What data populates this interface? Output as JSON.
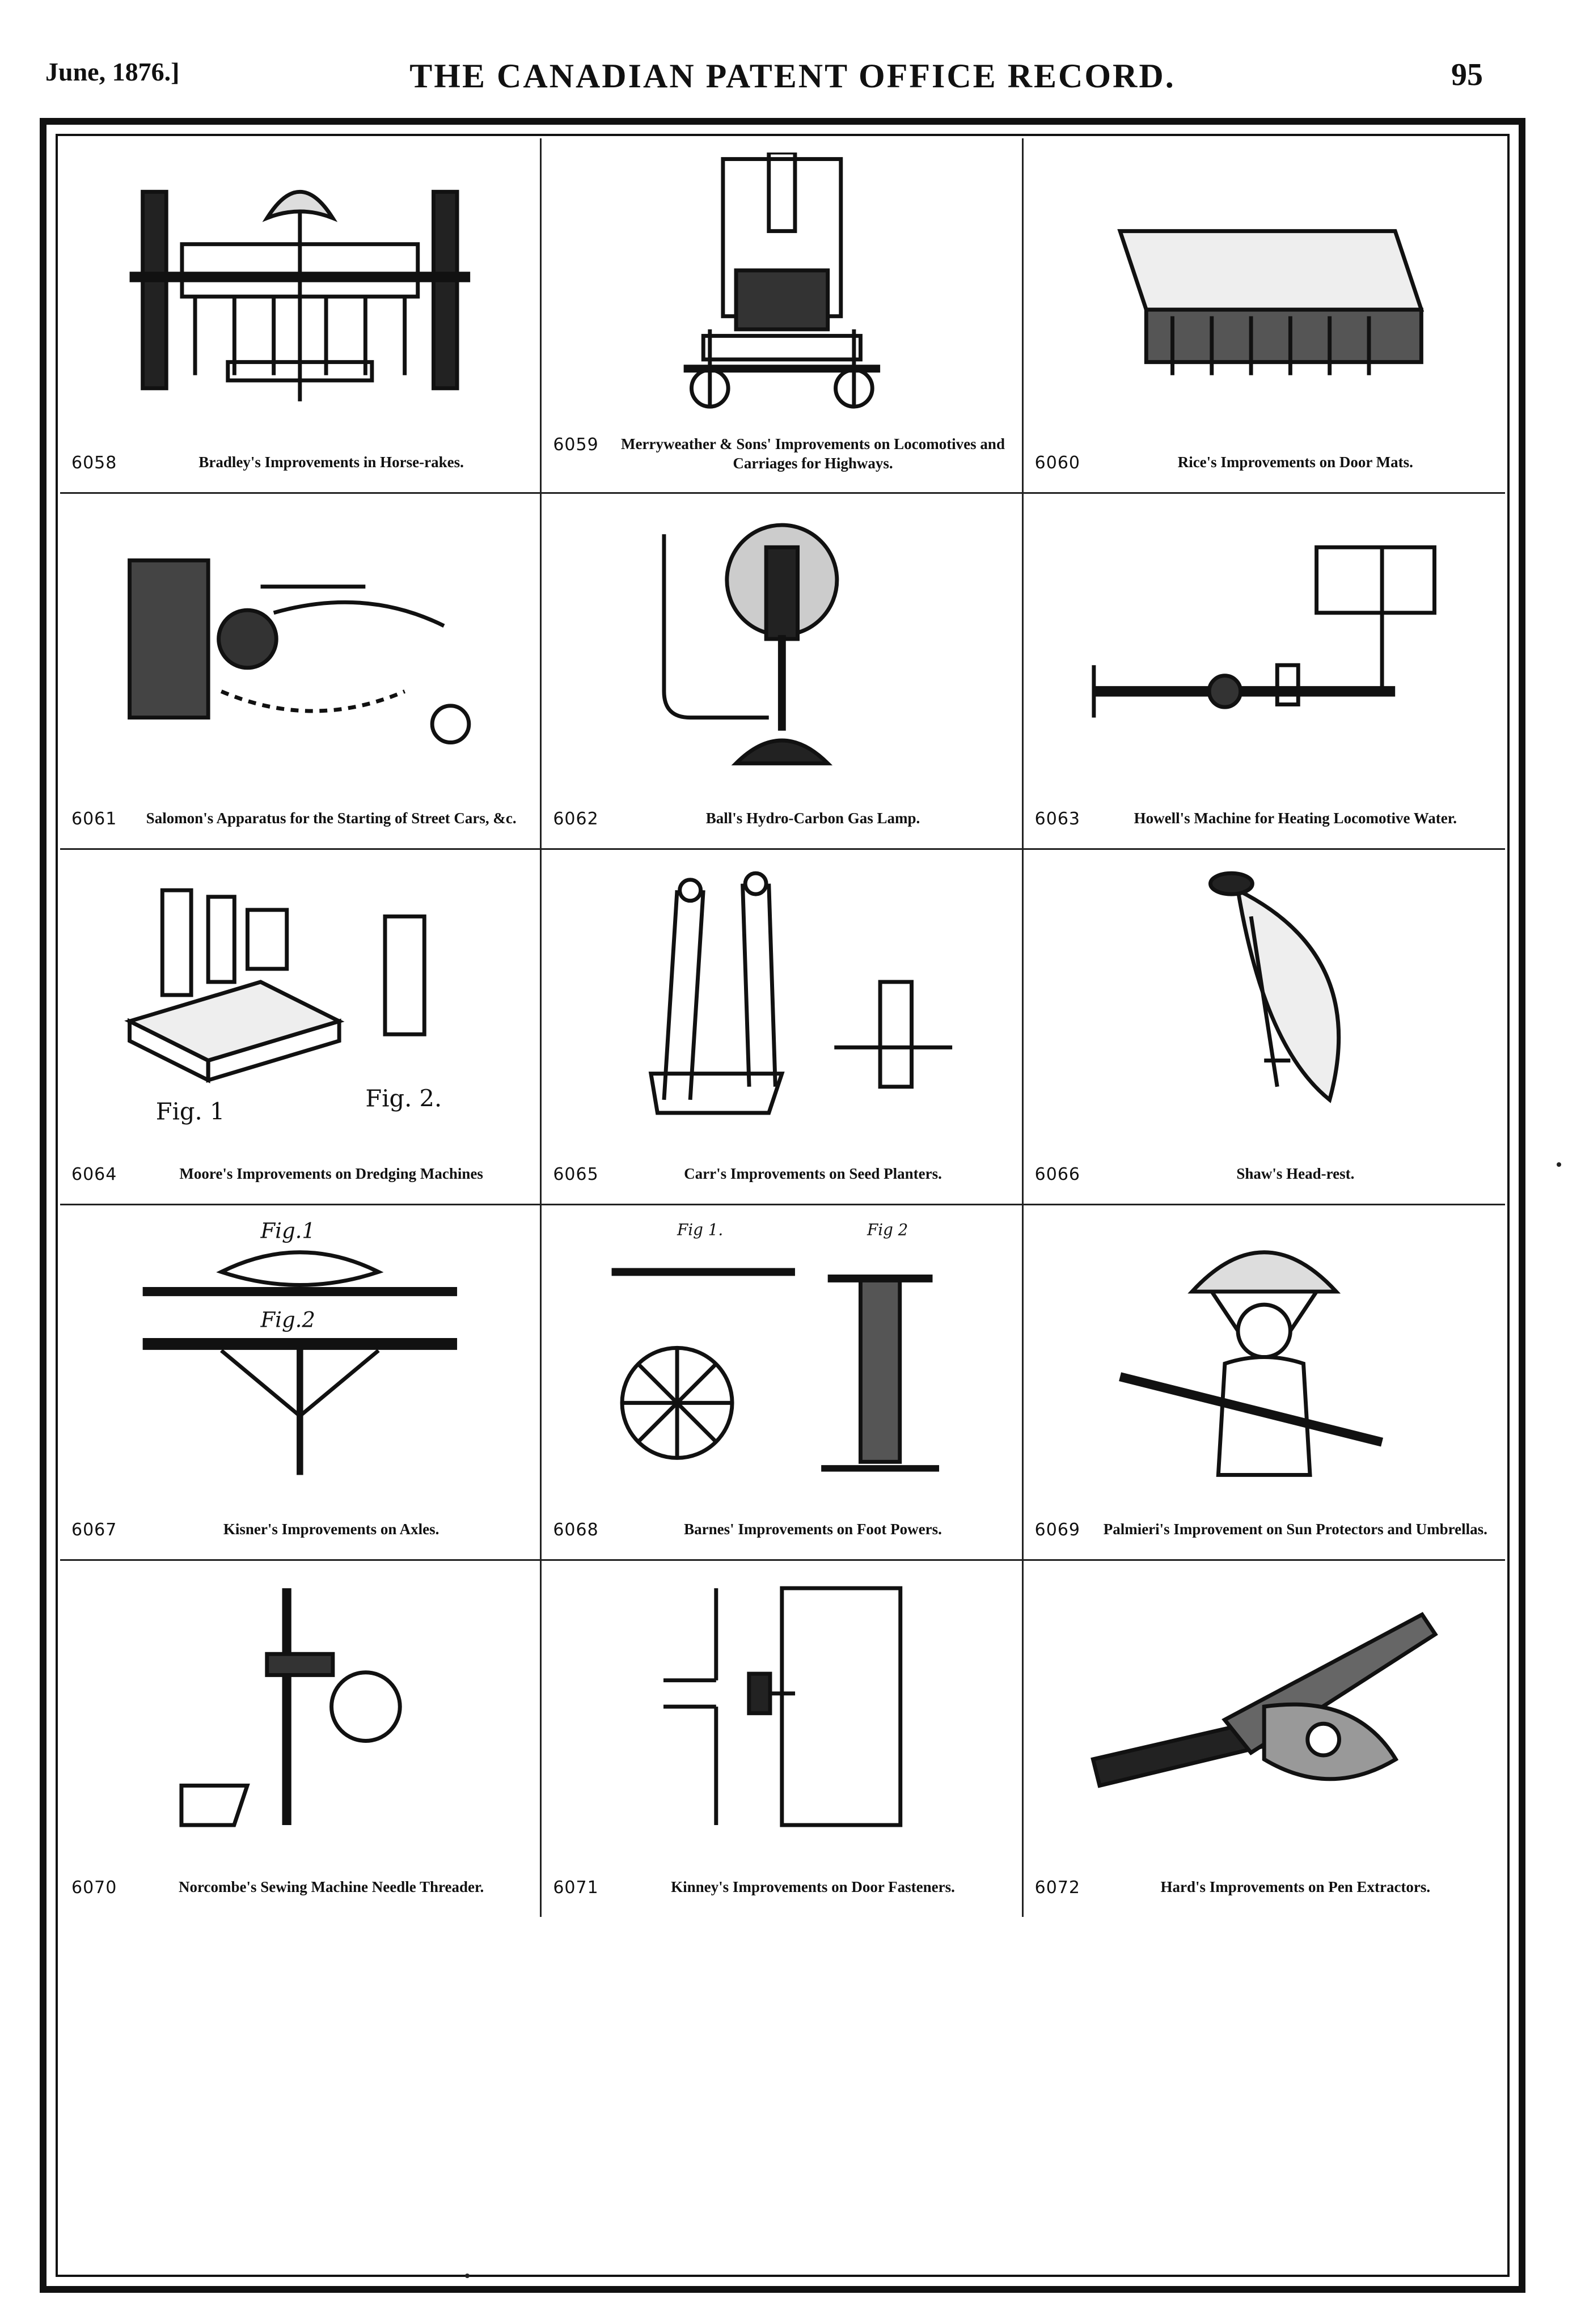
{
  "header": {
    "date": "June, 1876.]",
    "title": "THE CANADIAN PATENT OFFICE RECORD.",
    "page_number": "95"
  },
  "patents": [
    {
      "number": "6058",
      "caption": "Bradley's Improvements in Horse-rakes.",
      "icon": "horse-rake-drawing"
    },
    {
      "number": "6059",
      "caption": "Merryweather & Sons' Improvements on Locomotives and Carriages for Highways.",
      "icon": "locomotive-drawing"
    },
    {
      "number": "6060",
      "caption": "Rice's Improvements on Door Mats.",
      "icon": "door-mat-drawing"
    },
    {
      "number": "6061",
      "caption": "Salomon's Apparatus for the Starting of Street Cars, &c.",
      "icon": "street-car-starter-drawing"
    },
    {
      "number": "6062",
      "caption": "Ball's Hydro-Carbon Gas Lamp.",
      "icon": "gas-lamp-drawing"
    },
    {
      "number": "6063",
      "caption": "Howell's Machine for Heating Locomotive Water.",
      "icon": "water-heater-drawing"
    },
    {
      "number": "6064",
      "caption": "Moore's Improvements on Dredging Machines",
      "icon": "dredging-machine-drawing"
    },
    {
      "number": "6065",
      "caption": "Carr's Improvements on Seed Planters.",
      "icon": "seed-planter-drawing"
    },
    {
      "number": "6066",
      "caption": "Shaw's Head-rest.",
      "icon": "head-rest-drawing"
    },
    {
      "number": "6067",
      "caption": "Kisner's Improvements on Axles.",
      "icon": "axle-drawing"
    },
    {
      "number": "6068",
      "caption": "Barnes' Improvements on Foot Powers.",
      "icon": "foot-power-drawing"
    },
    {
      "number": "6069",
      "caption": "Palmieri's Improvement on Sun Protectors and Umbrellas.",
      "icon": "sun-protector-drawing"
    },
    {
      "number": "6070",
      "caption": "Norcombe's Sewing Machine Needle Threader.",
      "icon": "needle-threader-drawing"
    },
    {
      "number": "6071",
      "caption": "Kinney's Improvements on Door Fasteners.",
      "icon": "door-fastener-drawing"
    },
    {
      "number": "6072",
      "caption": "Hard's Improvements on Pen Extractors.",
      "icon": "pen-extractor-drawing"
    }
  ],
  "figure_labels": {
    "fig1": "Fig. 1",
    "fig2": "Fig. 2.",
    "fig1_axles": "Fig.1",
    "fig2_axles": "Fig.2",
    "fig1_foot": "Fig 1.",
    "fig2_foot": "Fig 2"
  }
}
